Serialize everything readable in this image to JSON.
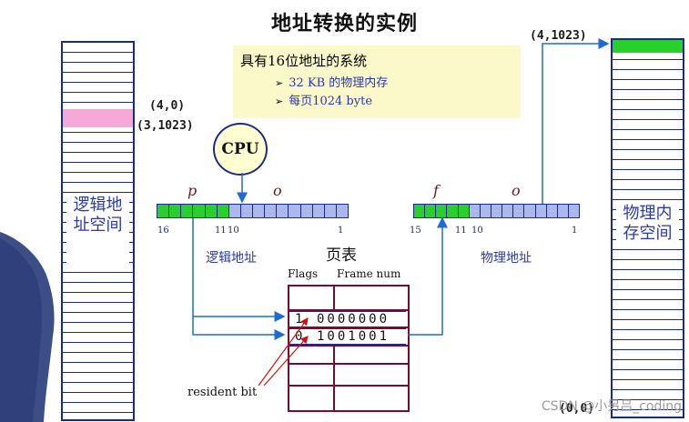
{
  "title": "地址转换的实例",
  "info": {
    "heading": "具有16位地址的系统",
    "items": [
      "32 KB 的物理内存",
      "每页1024 byte"
    ]
  },
  "coords": {
    "logical_top": "(4,0)",
    "logical_bottom": "(3,1023)",
    "physical_top": "(4,1023)",
    "physical_bottom": "(0,0)"
  },
  "cpu_label": "CPU",
  "logical_memory_label": "逻辑地址空间",
  "physical_memory_label": "物理内存空间",
  "logical_register": {
    "p_label": "p",
    "o_label": "o",
    "bit_high": "16",
    "bit_mid_a": "11",
    "bit_mid_b": "10",
    "bit_low": "1",
    "caption": "逻辑地址"
  },
  "physical_register": {
    "f_label": "f",
    "o_label": "o",
    "bit_high": "15",
    "bit_mid_a": "11",
    "bit_mid_b": "10",
    "bit_low": "1",
    "caption": "物理地址"
  },
  "page_table": {
    "title": "页表",
    "col_flags": "Flags",
    "col_frame": "Frame num",
    "rows": [
      {
        "flag": "1",
        "frame": "0000000"
      },
      {
        "flag": "0",
        "frame": "1001001"
      }
    ]
  },
  "resident_bit_label": "resident bit",
  "watermark": "CSDN @小另吕_coding",
  "colors": {
    "green": "#29d02b",
    "pink": "#f5a9d6",
    "blue_cell": "#aab8ec",
    "frame_border": "#7a0a30",
    "arrow": "#1f6bd6"
  }
}
